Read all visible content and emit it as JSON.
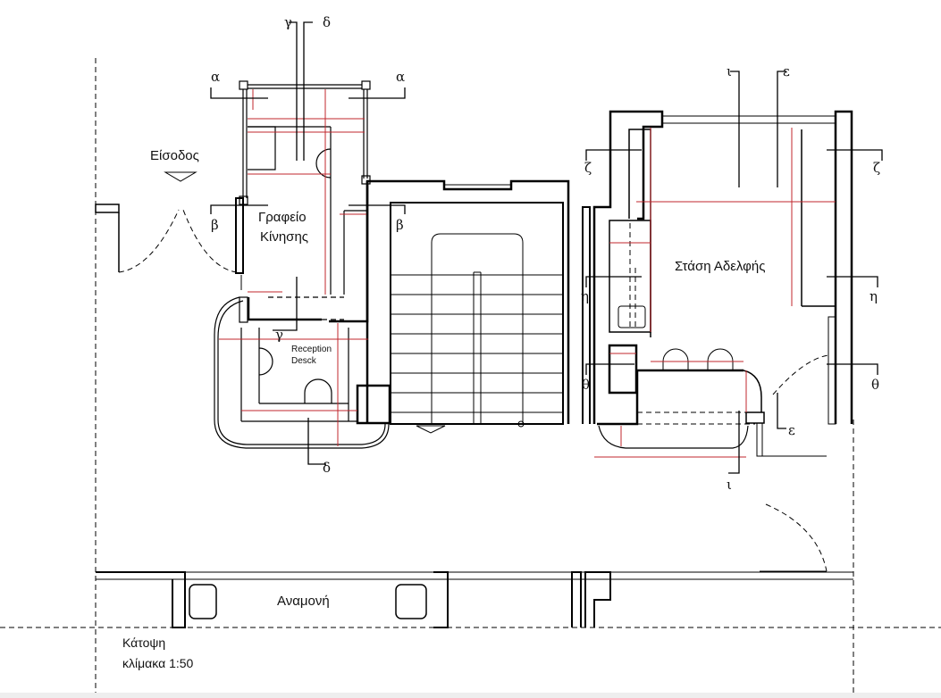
{
  "rooms": {
    "entrance": "Είσοδος",
    "office_line1": "Γραφείο",
    "office_line2": "Κίνησης",
    "reception_line1": "Reception",
    "reception_line2": "Desck",
    "nurse_station": "Στάση Αδελφής",
    "waiting": "Αναμονή"
  },
  "sections": {
    "alpha": "α",
    "beta": "β",
    "gamma": "γ",
    "delta": "δ",
    "epsilon": "ε",
    "zeta": "ζ",
    "eta": "η",
    "theta": "θ",
    "iota": "ι"
  },
  "caption": {
    "title": "Κάτοψη",
    "scale": "κλίμακα 1:50"
  },
  "colors": {
    "walls": "#000000",
    "dimensions": "#c0272d"
  }
}
